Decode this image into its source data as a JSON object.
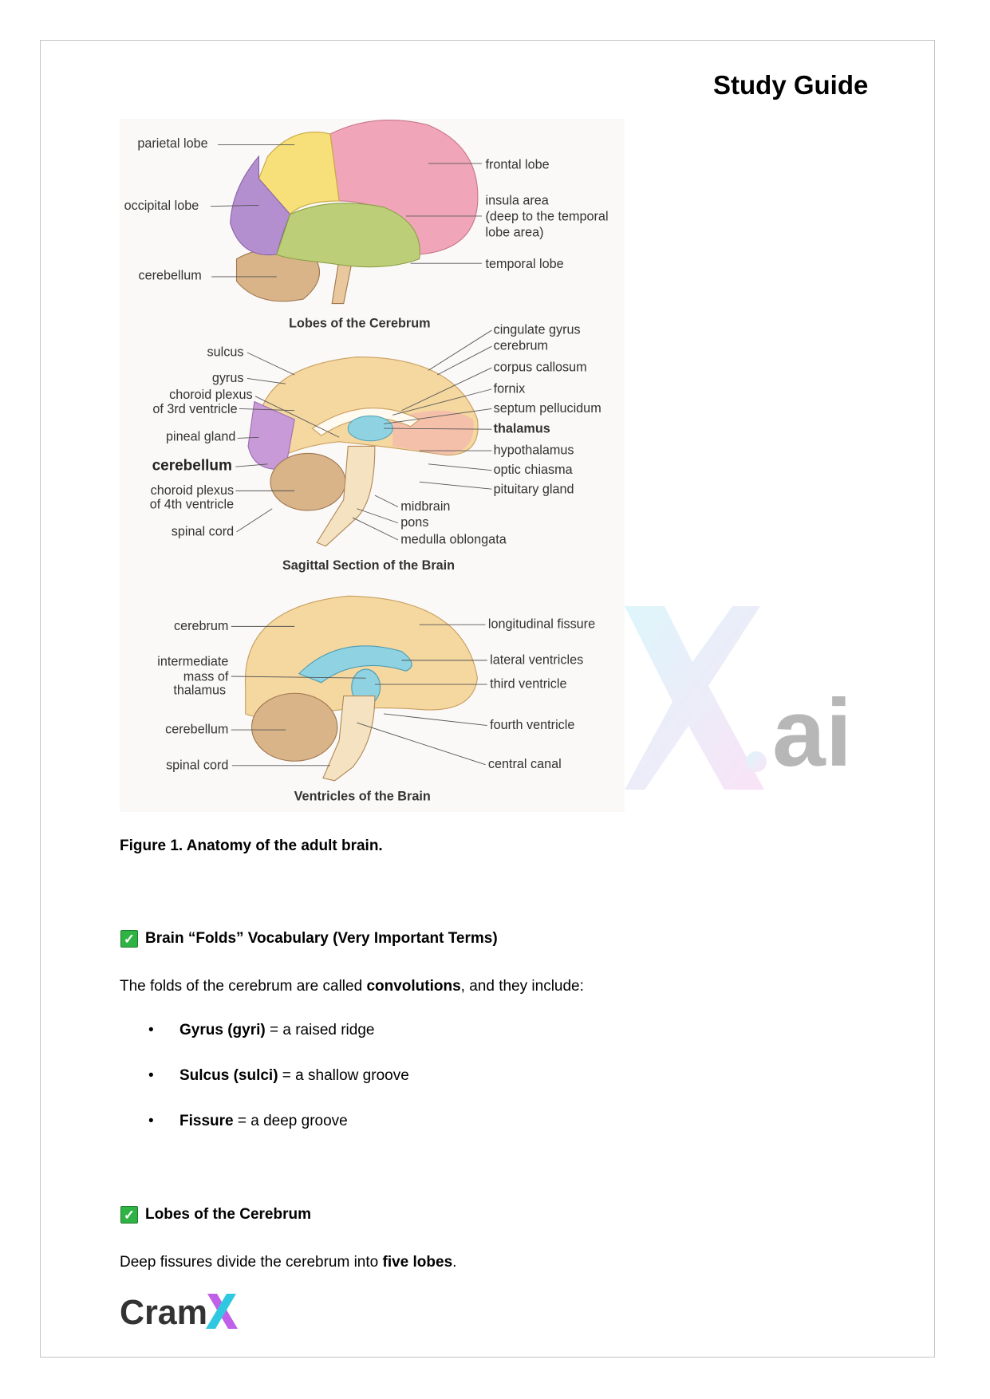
{
  "header": {
    "title": "Study Guide"
  },
  "figure": {
    "panel1": {
      "title": "Lobes of the Cerebrum",
      "labels": [
        "parietal lobe",
        "occipital lobe",
        "cerebellum",
        "frontal lobe",
        "insula area",
        "(deep to the temporal",
        "lobe area)",
        "temporal lobe"
      ]
    },
    "panel2": {
      "title": "Sagittal Section of the Brain",
      "labels": [
        "sulcus",
        "gyrus",
        "choroid plexus",
        "of 3rd ventricle",
        "pineal gland",
        "cerebellum",
        "choroid plexus",
        "of 4th ventricle",
        "spinal cord",
        "cingulate gyrus",
        "cerebrum",
        "corpus callosum",
        "fornix",
        "septum pellucidum",
        "thalamus",
        "hypothalamus",
        "optic chiasma",
        "pituitary gland",
        "midbrain",
        "pons",
        "medulla oblongata"
      ]
    },
    "panel3": {
      "title": "Ventricles of the Brain",
      "labels": [
        "cerebrum",
        "intermediate",
        "mass of",
        "thalamus",
        "cerebellum",
        "spinal cord",
        "longitudinal fissure",
        "lateral ventricles",
        "third ventricle",
        "fourth ventricle",
        "central canal"
      ]
    },
    "caption": "Figure 1. Anatomy of the adult brain.",
    "watermark": "X.ai",
    "colors": {
      "frontal": "#f0a6b8",
      "parietal": "#f7df7a",
      "occipital": "#b48fd0",
      "temporal": "#bccf78",
      "cerebellum": "#d9b488",
      "cerebrum": "#f5d7a0",
      "ventricle": "#8fd3e3"
    }
  },
  "sections": [
    {
      "icon": "check-box-icon",
      "heading": "Brain “Folds” Vocabulary (Very Important Terms)",
      "intro": {
        "before": "The folds of the cerebrum are called ",
        "bold": "convolutions",
        "after": ", and they include:"
      },
      "bullets": [
        {
          "term": "Gyrus (gyri)",
          "def": " = a raised ridge"
        },
        {
          "term": "Sulcus (sulci)",
          "def": " = a shallow groove"
        },
        {
          "term": "Fissure",
          "def": " = a deep groove"
        }
      ]
    },
    {
      "icon": "check-box-icon",
      "heading": "Lobes of the Cerebrum",
      "intro": {
        "before": "Deep fissures divide the cerebrum into ",
        "bold": "five lobes",
        "after": "."
      }
    }
  ],
  "footer": {
    "logo": "CramX"
  }
}
